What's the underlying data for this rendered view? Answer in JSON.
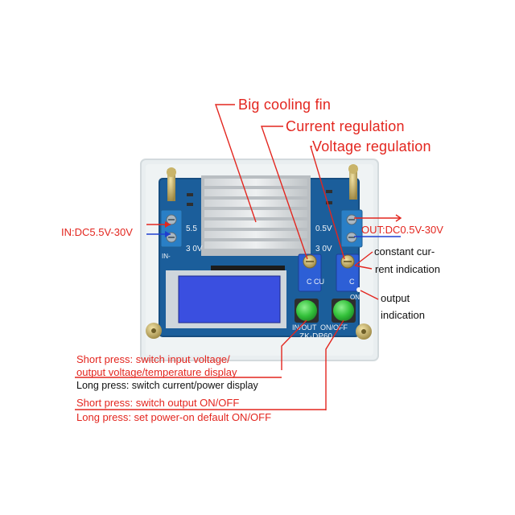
{
  "colors": {
    "annotation_red": "#e3261f",
    "annotation_blue": "#1f3fd0",
    "pcb_blue": "#1b5e9b",
    "enclosure": "#e9eef0",
    "lcd": "#3a4fe0",
    "button_green": "#33c13a"
  },
  "labels": {
    "cooling_fin": "Big cooling fin",
    "current_regulation": "Current regulation",
    "voltage_regulation": "Voltage regulation",
    "input_range": "IN:DC5.5V-30V",
    "output_range": "OUT:DC0.5V-30V",
    "cc_indication_1": "constant cur-",
    "cc_indication_2": "rent indication",
    "output_indication_1": "output",
    "output_indication_2": "indication",
    "left_short_1": "Short press: switch input voltage/",
    "left_short_2": "output voltage/temperature display",
    "left_long": "Long press: switch current/power display",
    "right_short": "Short press: switch output ON/OFF",
    "right_long": "Long press: set power-on default ON/OFF"
  },
  "board": {
    "in_range_top": "5.5",
    "in_range_bot": "3 0V",
    "out_range_top": "0.5V",
    "out_range_bot": "3 0V",
    "in_minus": "IN-",
    "cc_cv": "C CU",
    "c_mark": "C",
    "on_mark": "ON",
    "btn_left_label": "IN/OUT",
    "btn_right_label": "ON/OFF",
    "model": "ZK-DP60"
  }
}
